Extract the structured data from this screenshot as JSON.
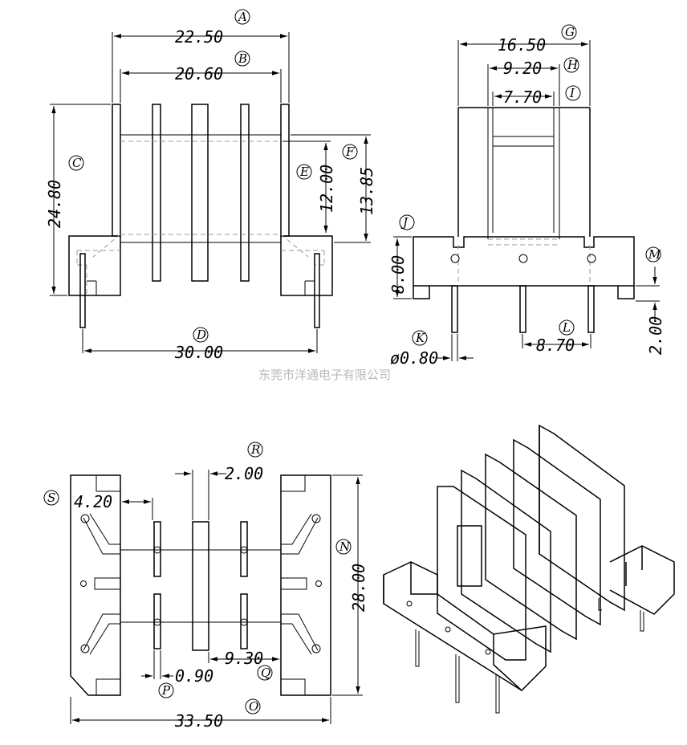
{
  "watermark": "东莞市洋通电子有限公司",
  "front_view": {
    "dims": {
      "width_outer": "22.50",
      "width_inner": "20.60",
      "height_total": "24.80",
      "slot_height": "12.00",
      "flange_height": "13.85",
      "pin_span": "30.00"
    },
    "labels": {
      "A": "A",
      "B": "B",
      "C": "C",
      "D": "D",
      "E": "E",
      "F": "F"
    }
  },
  "side_view": {
    "dims": {
      "width_outer": "16.50",
      "window_outer": "9.20",
      "window_inner": "7.70",
      "base_height": "8.00",
      "pin_pitch": "8.70",
      "pin_diameter": "ø0.80",
      "pin_offset": "2.00"
    },
    "labels": {
      "G": "G",
      "H": "H",
      "I": "I",
      "J": "J",
      "K": "K",
      "L": "L",
      "M": "M"
    }
  },
  "top_view": {
    "dims": {
      "flange_thickness": "2.00",
      "slot_offset": "4.20",
      "depth": "28.00",
      "rib_pitch": "9.30",
      "rib_width": "0.90",
      "total_width": "33.50"
    },
    "labels": {
      "N": "N",
      "O": "O",
      "P": "P",
      "Q": "Q",
      "R": "R",
      "S": "S"
    }
  }
}
